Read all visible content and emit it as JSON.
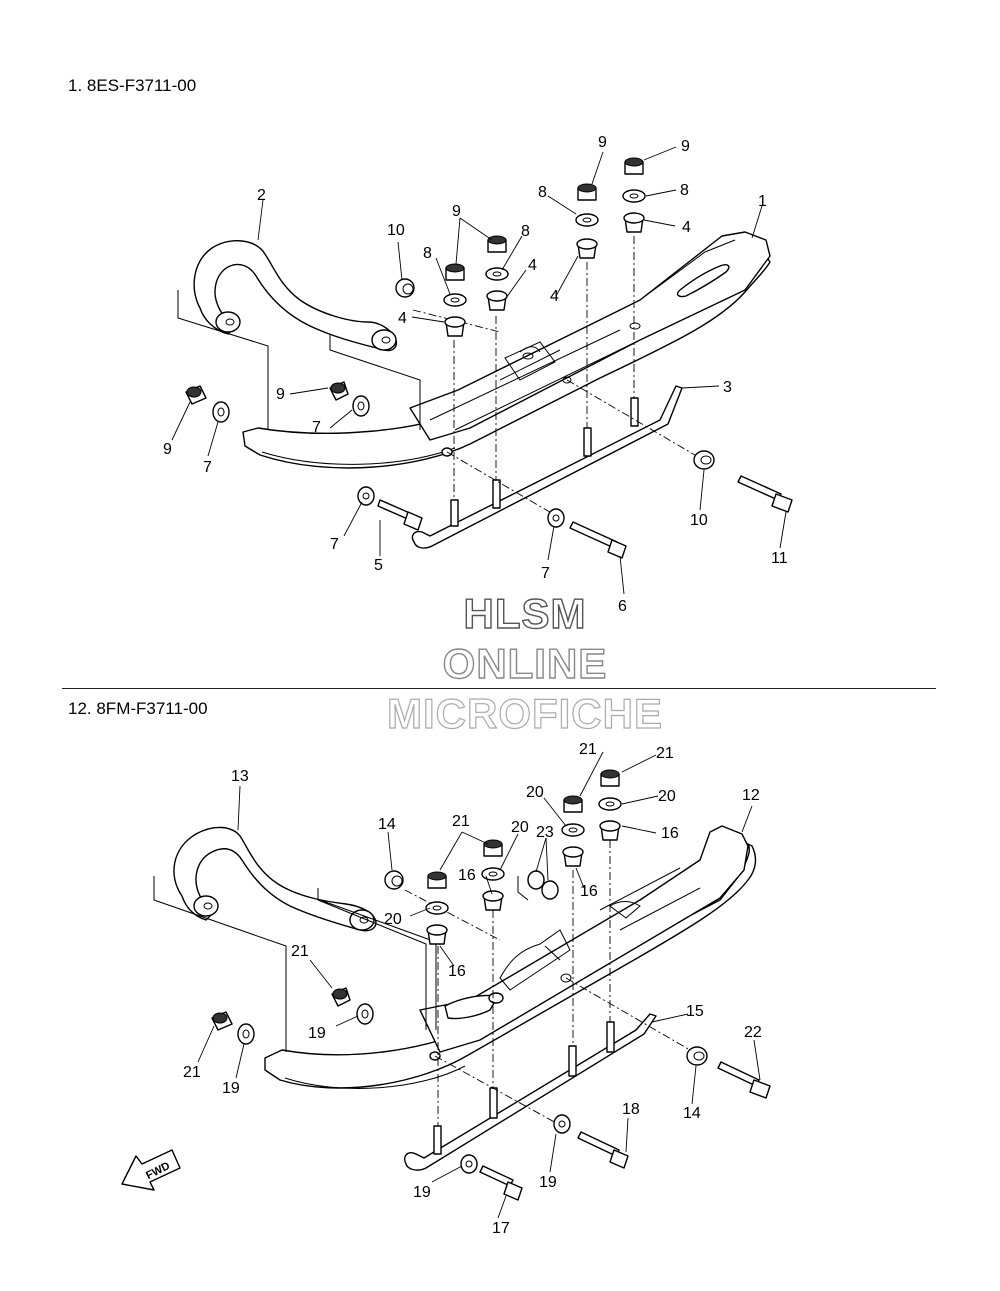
{
  "sections": [
    {
      "title": "1. 8ES-F3711-00"
    },
    {
      "title": "12. 8FM-F3711-00"
    }
  ],
  "watermark": [
    "HLSM",
    "ONLINE",
    "MICROFICHE"
  ],
  "fwd_label": "FWD",
  "callouts_top": [
    {
      "id": "c-t-1",
      "text": "1"
    },
    {
      "id": "c-t-2",
      "text": "2"
    },
    {
      "id": "c-t-3",
      "text": "3"
    },
    {
      "id": "c-t-4a",
      "text": "4"
    },
    {
      "id": "c-t-4b",
      "text": "4"
    },
    {
      "id": "c-t-4c",
      "text": "4"
    },
    {
      "id": "c-t-4d",
      "text": "4"
    },
    {
      "id": "c-t-5",
      "text": "5"
    },
    {
      "id": "c-t-6",
      "text": "6"
    },
    {
      "id": "c-t-7a",
      "text": "7"
    },
    {
      "id": "c-t-7b",
      "text": "7"
    },
    {
      "id": "c-t-7c",
      "text": "7"
    },
    {
      "id": "c-t-7d",
      "text": "7"
    },
    {
      "id": "c-t-8a",
      "text": "8"
    },
    {
      "id": "c-t-8b",
      "text": "8"
    },
    {
      "id": "c-t-8c",
      "text": "8"
    },
    {
      "id": "c-t-8d",
      "text": "8"
    },
    {
      "id": "c-t-9a",
      "text": "9"
    },
    {
      "id": "c-t-9b",
      "text": "9"
    },
    {
      "id": "c-t-9c",
      "text": "9"
    },
    {
      "id": "c-t-9d",
      "text": "9"
    },
    {
      "id": "c-t-9e",
      "text": "9"
    },
    {
      "id": "c-t-10a",
      "text": "10"
    },
    {
      "id": "c-t-10b",
      "text": "10"
    },
    {
      "id": "c-t-11",
      "text": "11"
    }
  ],
  "callouts_bottom": [
    {
      "id": "c-b-12",
      "text": "12"
    },
    {
      "id": "c-b-13",
      "text": "13"
    },
    {
      "id": "c-b-14a",
      "text": "14"
    },
    {
      "id": "c-b-14b",
      "text": "14"
    },
    {
      "id": "c-b-15",
      "text": "15"
    },
    {
      "id": "c-b-16a",
      "text": "16"
    },
    {
      "id": "c-b-16b",
      "text": "16"
    },
    {
      "id": "c-b-16c",
      "text": "16"
    },
    {
      "id": "c-b-16d",
      "text": "16"
    },
    {
      "id": "c-b-17",
      "text": "17"
    },
    {
      "id": "c-b-18",
      "text": "18"
    },
    {
      "id": "c-b-19a",
      "text": "19"
    },
    {
      "id": "c-b-19b",
      "text": "19"
    },
    {
      "id": "c-b-19c",
      "text": "19"
    },
    {
      "id": "c-b-19d",
      "text": "19"
    },
    {
      "id": "c-b-20a",
      "text": "20"
    },
    {
      "id": "c-b-20b",
      "text": "20"
    },
    {
      "id": "c-b-20c",
      "text": "20"
    },
    {
      "id": "c-b-20d",
      "text": "20"
    },
    {
      "id": "c-b-21a",
      "text": "21"
    },
    {
      "id": "c-b-21b",
      "text": "21"
    },
    {
      "id": "c-b-21c",
      "text": "21"
    },
    {
      "id": "c-b-21d",
      "text": "21"
    },
    {
      "id": "c-b-21e",
      "text": "21"
    },
    {
      "id": "c-b-22",
      "text": "22"
    },
    {
      "id": "c-b-23",
      "text": "23"
    }
  ]
}
